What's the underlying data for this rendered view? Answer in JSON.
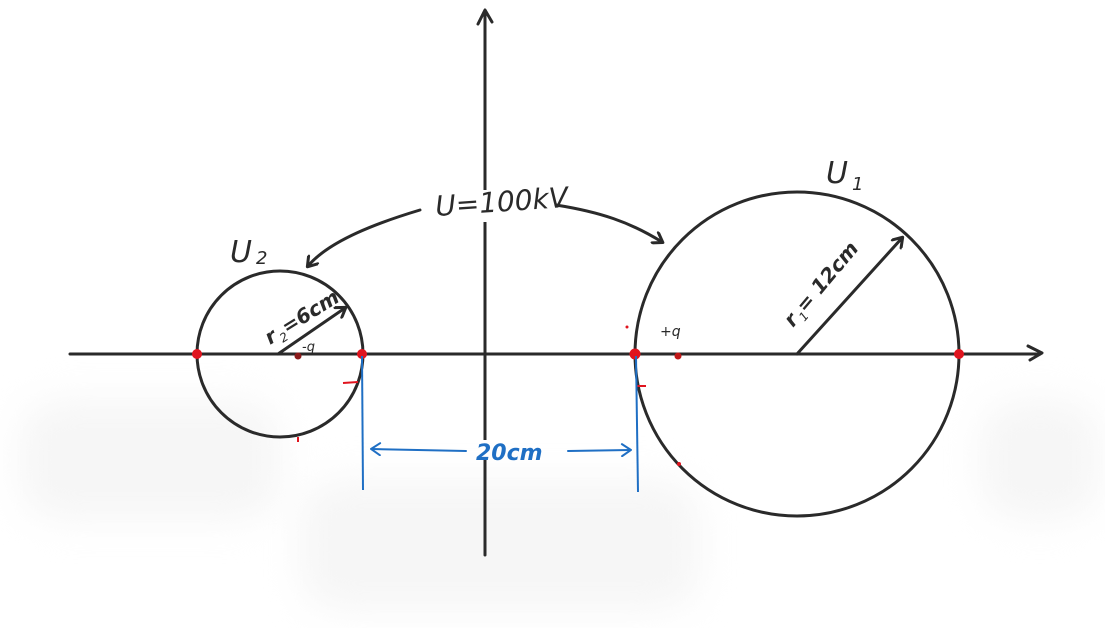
{
  "diagram": {
    "colors": {
      "ink": "#2a2a2a",
      "marker_red": "#e0141e",
      "dimension_blue": "#1f6fc4",
      "background": "#ffffff"
    },
    "voltage_label": "U=100kV",
    "sphere_1": {
      "label": "U",
      "subscript": "1",
      "radius_label": "r₁ = 12cm",
      "radius_text": "r",
      "radius_sub": "1",
      "radius_value": " = 12cm",
      "charge_label": "+q"
    },
    "sphere_2": {
      "label": "U",
      "subscript": "2",
      "radius_label": "r₂ = 6cm",
      "radius_text": "r",
      "radius_sub": "2",
      "radius_value": "=6cm",
      "charge_label": "-q"
    },
    "gap_dimension": "20cm",
    "axes": {
      "x_axis": "horizontal-arrow",
      "y_axis": "vertical-arrow"
    }
  }
}
